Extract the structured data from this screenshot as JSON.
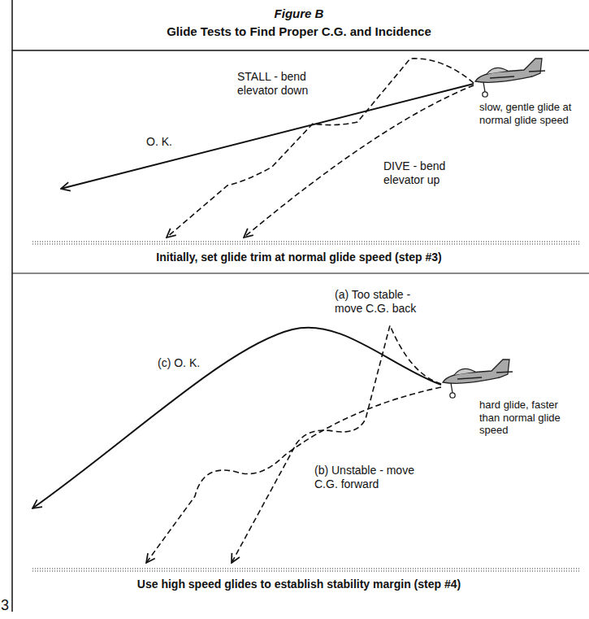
{
  "diagram": {
    "title": "Glide Tests to Find Proper C.G. and Incidence",
    "labels": [
      "Figure B",
      "STALL - bend elevator down",
      "O. K.",
      "DIVE - bend elevator up",
      "slow, gentle glide at normal glide speed",
      "Initially, set glide trim at normal glide speed (step #3)",
      "(a) Too stable - move C.G. back",
      "(c) O. K.",
      "(b) Unstable - move C.G. forward",
      "hard glide, faster than normal glide speed",
      "Use high speed glides to establish stability margin (step #4)",
      "3"
    ]
  }
}
